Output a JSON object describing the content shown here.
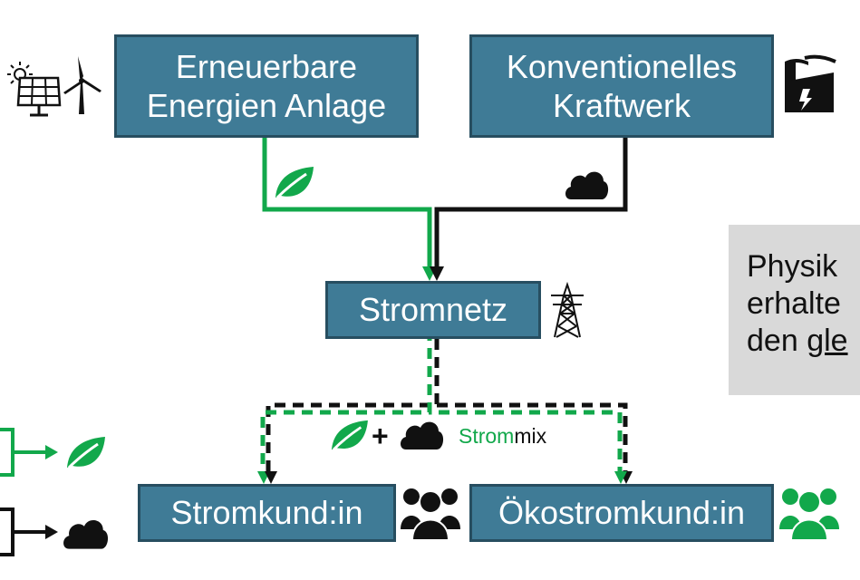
{
  "nodes": {
    "renewable_plant": {
      "line1": "Erneuerbare",
      "line2": "Energien Anlage"
    },
    "conventional_plant": {
      "line1": "Konventionelles",
      "line2": "Kraftwerk"
    },
    "grid": {
      "label": "Stromnetz"
    },
    "customer": {
      "label": "Stromkund:in"
    },
    "eco_customer": {
      "label": "Ökostromkund:in"
    }
  },
  "mix_label": {
    "prefix": "Strom",
    "suffix": "mix"
  },
  "plus": "+",
  "side_note": {
    "line1": "Physik",
    "line2": "erhalte",
    "line3_prefix": "den ",
    "line3_underlined": "gle"
  },
  "icons": {
    "sun": "sun-icon",
    "solar_panel": "solar-panel-icon",
    "wind": "wind-turbine-icon",
    "factory": "factory-icon",
    "leaf": "leaf-icon",
    "cloud": "cloud-icon",
    "pylon": "power-pylon-icon",
    "people": "people-group-icon"
  },
  "colors": {
    "box_fill": "#3f7b96",
    "box_border": "#274e60",
    "green": "#12a84b",
    "black": "#111111",
    "panel": "#d9d9d9"
  }
}
